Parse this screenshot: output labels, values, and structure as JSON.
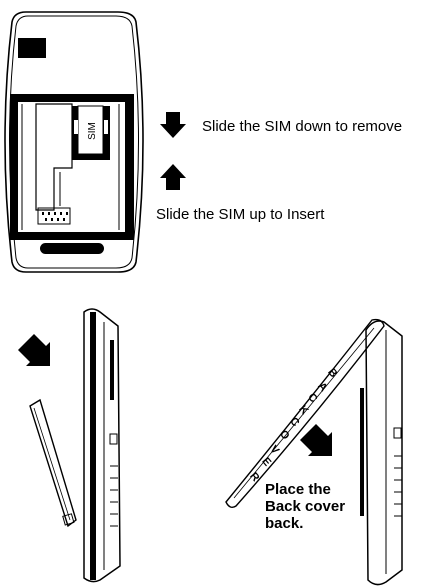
{
  "instructions": {
    "remove": "Slide the SIM down to remove",
    "insert": "Slide the SIM up to Insert",
    "place_back": [
      "Place the",
      "Back cover",
      "back."
    ]
  },
  "labels": {
    "sim": "SIM",
    "back_cover_letters": [
      "B",
      "A",
      "C",
      "K",
      "C",
      "O",
      "V",
      "E",
      "R"
    ]
  },
  "icons": {
    "down_arrow": "arrow-down-icon",
    "up_arrow": "arrow-up-icon",
    "diagonal_arrow": "arrow-diagonal-icon"
  },
  "colors": {
    "ink": "#000000",
    "paper": "#ffffff"
  }
}
